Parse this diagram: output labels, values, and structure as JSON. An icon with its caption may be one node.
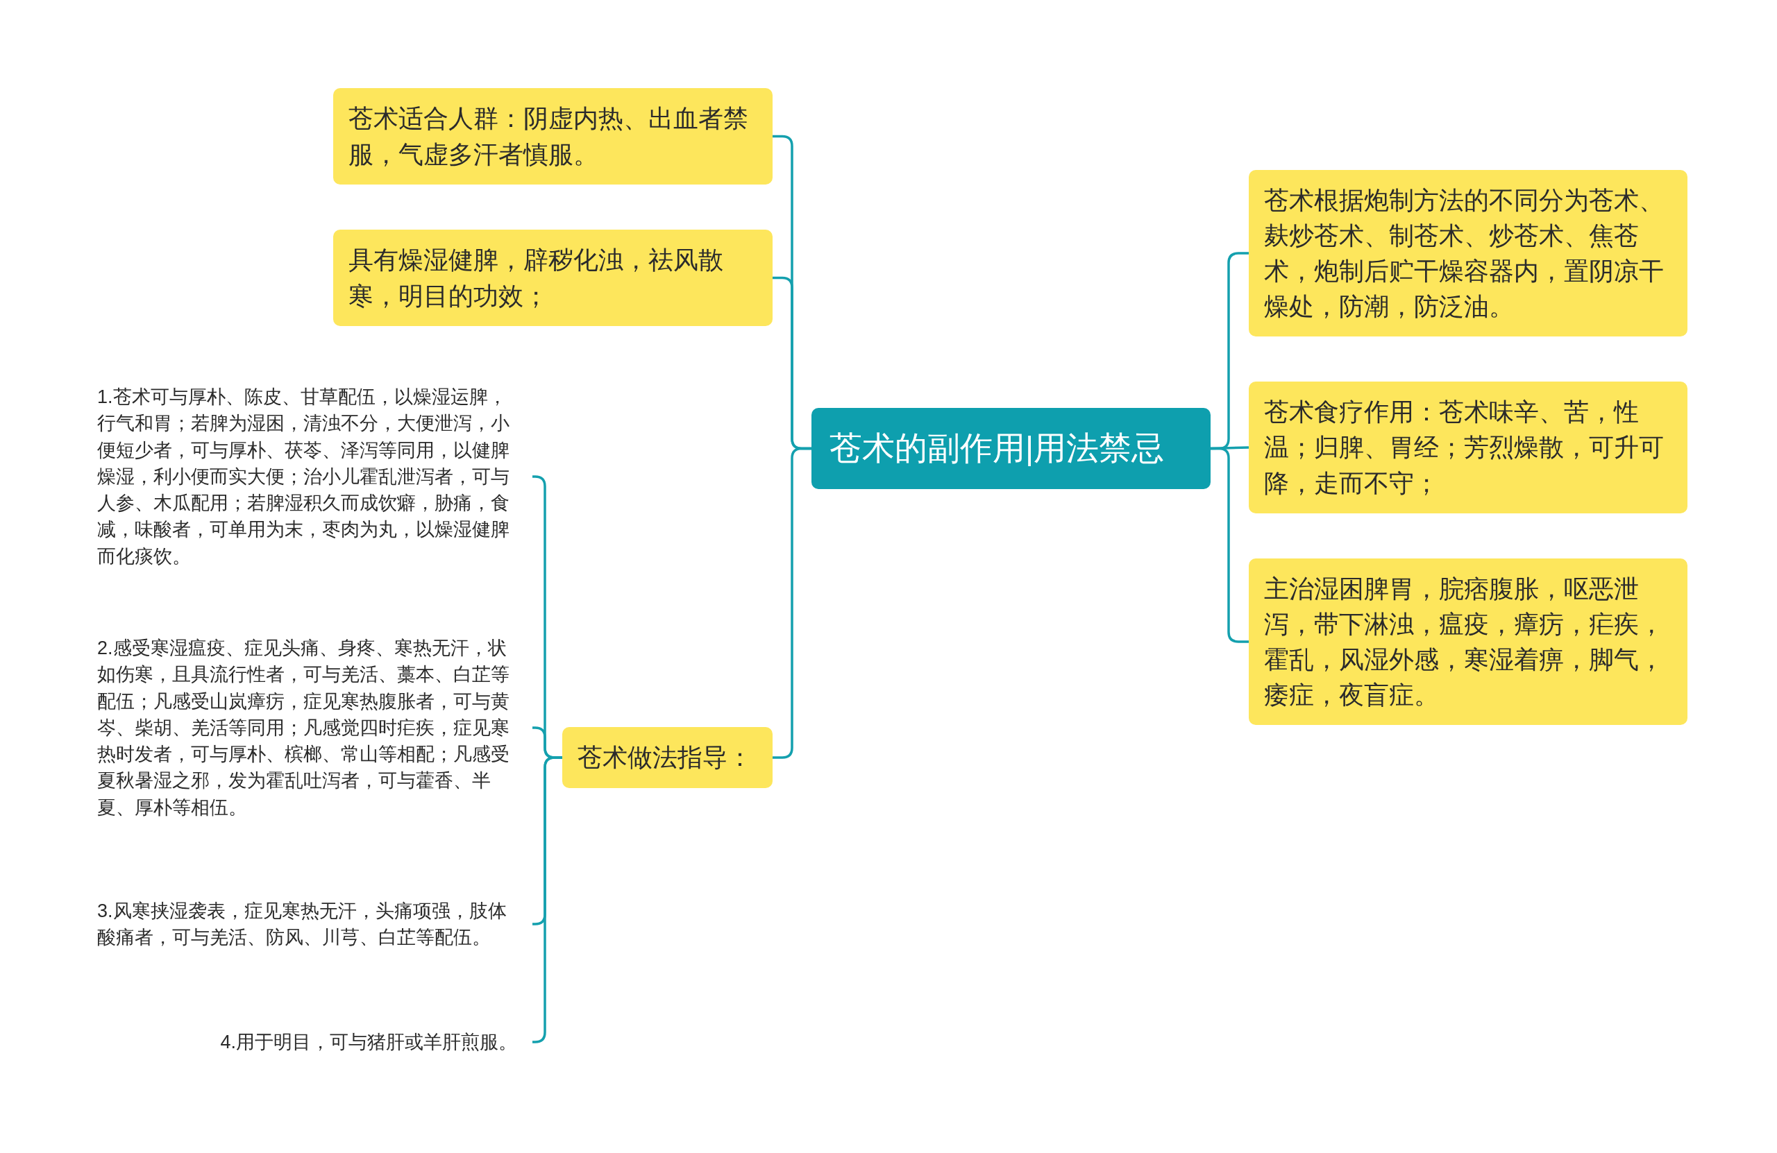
{
  "diagram": {
    "nodes": [
      {
        "text": [
          "苍术的副作用|用法禁忌"
        ]
      },
      {
        "text": [
          "苍术适合人群：阴虚内热、出血者禁服，气虚多汗者慎服。"
        ]
      },
      {
        "text": [
          "具有燥湿健脾，辟秽化浊，祛风散寒，明目的功效；"
        ]
      },
      {
        "text": [
          "苍术做法指导："
        ]
      },
      {
        "text": [
          "1.苍术可与厚朴、陈皮、甘草配伍，以燥湿运脾，行气和胃；若脾为湿困，清浊不分，大便泄泻，小便短少者，可与厚朴、茯苓、泽泻等同用，以健脾燥湿，利小便而实大便；治小儿霍乱泄泻者，可与人参、木瓜配用；若脾湿积久而成饮癖，胁痛，食减，味酸者，可单用为末，枣肉为丸，以燥湿健脾而化痰饮。"
        ]
      },
      {
        "text": [
          "2.感受寒湿瘟疫、症见头痛、身疼、寒热无汗，状如伤寒，且具流行性者，可与羌活、藁本、白芷等配伍；凡感受山岚瘴疠，症见寒热腹胀者，可与黄岑、柴胡、羌活等同用；凡感觉四时疟疾，症见寒热时发者，可与厚朴、槟榔、常山等相配；凡感受夏秋暑湿之邪，发为霍乱吐泻者，可与藿香、半夏、厚朴等相伍。"
        ]
      },
      {
        "text": [
          "3.风寒挟湿袭表，症见寒热无汗，头痛项强，肢体酸痛者，可与羌活、防风、川芎、白芷等配伍。"
        ]
      },
      {
        "text": [
          "4.用于明目，可与猪肝或羊肝煎服。"
        ]
      },
      {
        "text": [
          "苍术根据炮制方法的不同分为苍术、麸炒苍术、制苍术、炒苍术、焦苍术，炮制后贮干燥容器内，置阴凉干燥处，防潮，防泛油。"
        ]
      },
      {
        "text": [
          "苍术食疗作用：苍术味辛、苦，性温；归脾、胃经；芳烈燥散，可升可降，走而不守；"
        ]
      },
      {
        "text": [
          "主治湿困脾胃，脘痞腹胀，呕恶泄泻，带下淋浊，瘟疫，瘴疠，疟疾，霍乱，风湿外感，寒湿着痹，脚气，痿症，夜盲症。"
        ]
      }
    ],
    "edges": [
      {
        "from": 0,
        "to": 1,
        "arrow": "none"
      },
      {
        "from": 0,
        "to": 2,
        "arrow": "none"
      },
      {
        "from": 0,
        "to": 3,
        "arrow": "none"
      },
      {
        "from": 3,
        "to": 4,
        "arrow": "none"
      },
      {
        "from": 3,
        "to": 5,
        "arrow": "none"
      },
      {
        "from": 3,
        "to": 6,
        "arrow": "none"
      },
      {
        "from": 3,
        "to": 7,
        "arrow": "none"
      },
      {
        "from": 0,
        "to": 8,
        "arrow": "none"
      },
      {
        "from": 0,
        "to": 9,
        "arrow": "none"
      },
      {
        "from": 0,
        "to": 10,
        "arrow": "none"
      }
    ]
  }
}
